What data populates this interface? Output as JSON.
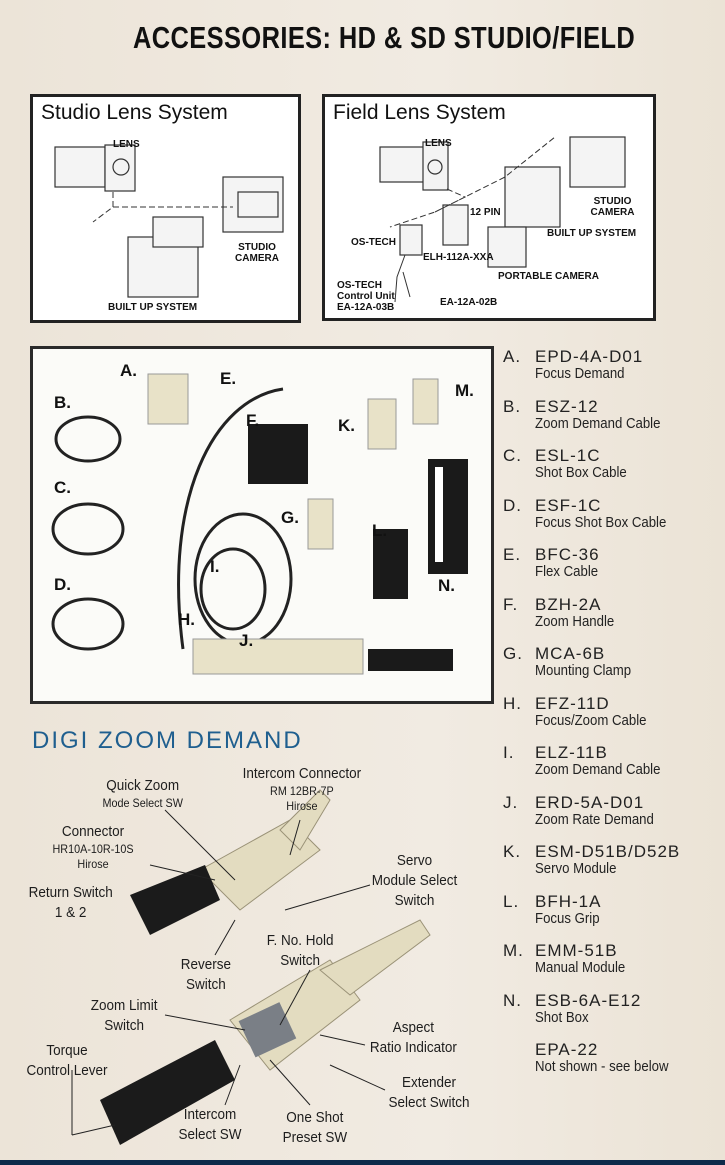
{
  "page_title": "ACCESSORIES: HD & SD STUDIO/FIELD",
  "studio_panel": {
    "title": "Studio Lens System",
    "labels": {
      "lens": "LENS",
      "camera": "STUDIO CAMERA",
      "built_up": "BUILT UP SYSTEM"
    }
  },
  "field_panel": {
    "title": "Field Lens System",
    "labels": {
      "lens": "LENS",
      "studio_camera": "STUDIO CAMERA",
      "pin": "12 PIN",
      "built_up": "BUILT UP SYSTEM",
      "os_tech": "OS-TECH",
      "elh": "ELH-112A-XXA",
      "portable": "PORTABLE CAMERA",
      "control_unit_1": "OS-TECH",
      "control_unit_2": "Control Unit",
      "control_unit_3": "EA-12A-03B",
      "ea02b": "EA-12A-02B"
    }
  },
  "photo_letters": [
    "A.",
    "E.",
    "M.",
    "B.",
    "F.",
    "K.",
    "C.",
    "G.",
    "L.",
    "I.",
    "D.",
    "N.",
    "H.",
    "J."
  ],
  "accessories": [
    {
      "letter": "A.",
      "code": "EPD-4A-D01",
      "desc": "Focus Demand"
    },
    {
      "letter": "B.",
      "code": "ESZ-12",
      "desc": "Zoom Demand Cable"
    },
    {
      "letter": "C.",
      "code": "ESL-1C",
      "desc": "Shot Box Cable"
    },
    {
      "letter": "D.",
      "code": "ESF-1C",
      "desc": "Focus Shot Box Cable"
    },
    {
      "letter": "E.",
      "code": "BFC-36",
      "desc": "Flex Cable"
    },
    {
      "letter": "F.",
      "code": "BZH-2A",
      "desc": "Zoom Handle"
    },
    {
      "letter": "G.",
      "code": "MCA-6B",
      "desc": "Mounting Clamp"
    },
    {
      "letter": "H.",
      "code": "EFZ-11D",
      "desc": "Focus/Zoom Cable"
    },
    {
      "letter": "I.",
      "code": "ELZ-11B",
      "desc": "Zoom Demand Cable"
    },
    {
      "letter": "J.",
      "code": "ERD-5A-D01",
      "desc": "Zoom Rate Demand"
    },
    {
      "letter": "K.",
      "code": "ESM-D51B/D52B",
      "desc": "Servo Module"
    },
    {
      "letter": "L.",
      "code": "BFH-1A",
      "desc": "Focus Grip"
    },
    {
      "letter": "M.",
      "code": "EMM-51B",
      "desc": "Manual Module"
    },
    {
      "letter": "N.",
      "code": "ESB-6A-E12",
      "desc": "Shot Box"
    },
    {
      "letter": "",
      "code": "EPA-22",
      "desc": "Not shown - see below"
    }
  ],
  "digi": {
    "heading": "DIGI ZOOM DEMAND",
    "callouts": {
      "quick_zoom": [
        "Quick Zoom",
        "Mode Select SW"
      ],
      "intercom_conn": [
        "Intercom Connector",
        "RM 12BR-7P",
        "Hirose"
      ],
      "connector": [
        "Connector",
        "HR10A-10R-10S",
        "Hirose"
      ],
      "servo": [
        "Servo",
        "Module Select",
        "Switch"
      ],
      "return": [
        "Return Switch",
        "1 & 2"
      ],
      "reverse": [
        "Reverse",
        "Switch"
      ],
      "fno": [
        "F. No. Hold",
        "Switch"
      ],
      "zoom_limit": [
        "Zoom Limit",
        "Switch"
      ],
      "aspect": [
        "Aspect",
        "Ratio Indicator"
      ],
      "torque": [
        "Torque",
        "Control Lever"
      ],
      "extender": [
        "Extender",
        "Select Switch"
      ],
      "intercom_sel": [
        "Intercom",
        "Select SW"
      ],
      "one_shot": [
        "One Shot",
        "Preset SW"
      ]
    }
  },
  "colors": {
    "heading_blue": "#1f5f8f",
    "footer_navy": "#0d2a4a",
    "background": "#efe8dd"
  }
}
